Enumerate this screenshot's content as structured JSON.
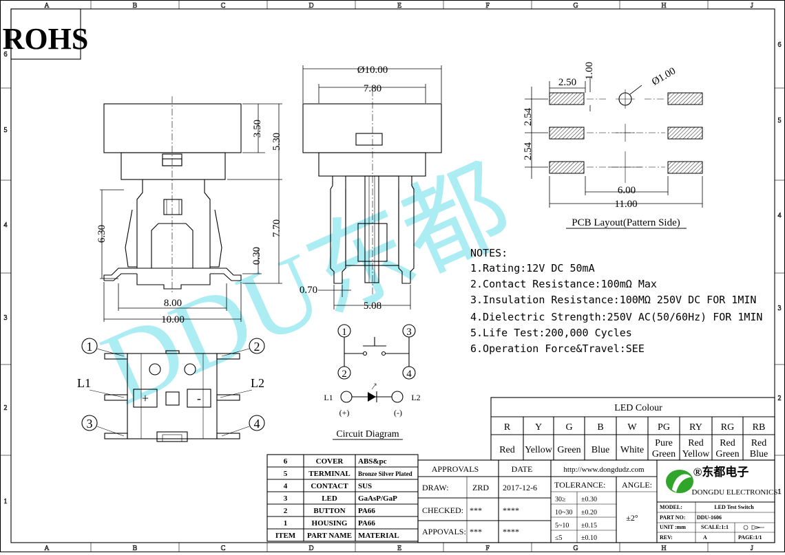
{
  "frame": {
    "cols": [
      "A",
      "B",
      "C",
      "D",
      "E",
      "F",
      "G",
      "H",
      "J"
    ],
    "rows": [
      "6",
      "5",
      "4",
      "3",
      "2",
      "1"
    ]
  },
  "rohs": "ROHS",
  "watermark": "DDU东都",
  "front_view": {
    "dims": {
      "cap_h": "3.50",
      "top_h": "5.30",
      "body_h": "6.30",
      "total_h": "7.70",
      "lead_t": "0.30",
      "pin_span": "8.00",
      "width": "10.00"
    }
  },
  "side_view": {
    "dims": {
      "dia": "Ø10.00",
      "cap_w": "7.80",
      "lead_w": "0.70",
      "pitch": "5.08"
    }
  },
  "pcb_layout": {
    "dims": {
      "pad_w": "2.50",
      "pad_h": "1.00",
      "hole": "Ø1.00",
      "pitch1": "2.54",
      "pitch2": "2.54",
      "inner": "6.00",
      "outer": "11.00"
    },
    "caption": "PCB Layout(Pattern Side)"
  },
  "pin_view": {
    "labels": {
      "p1": "1",
      "p2": "2",
      "p3": "3",
      "p4": "4",
      "l1": "L1",
      "l2": "L2",
      "plus": "+",
      "minus": "-"
    }
  },
  "circuit": {
    "pins": {
      "p1": "1",
      "p2": "2",
      "p3": "3",
      "p4": "4"
    },
    "l1": "L1",
    "l2": "L2",
    "plus": "(+)",
    "minus": "(-)",
    "caption": "Circuit Diagram"
  },
  "notes": {
    "title": "NOTES:",
    "items": [
      "1.Rating:12V DC 50mA",
      "2.Contact Resistance:100mΩ Max",
      "3.Insulation Resistance:100MΩ 250V DC FOR 1MIN",
      "4.Dielectric Strength:250V AC(50/60Hz) FOR 1MIN",
      "5.Life Test:200,000 Cycles",
      "6.Operation Force&Travel:SEE"
    ]
  },
  "led_table": {
    "title": "LED Colour",
    "codes": [
      "R",
      "Y",
      "G",
      "B",
      "W",
      "PG",
      "RY",
      "RG",
      "RB"
    ],
    "names": [
      [
        "Red"
      ],
      [
        "Yellow"
      ],
      [
        "Green"
      ],
      [
        "Blue"
      ],
      [
        "White"
      ],
      [
        "Pure",
        "Green"
      ],
      [
        "Red",
        "Yellow"
      ],
      [
        "Red",
        "Green"
      ],
      [
        "Red",
        "Blue"
      ]
    ]
  },
  "bom": {
    "rows": [
      [
        "6",
        "COVER",
        "ABS&pc"
      ],
      [
        "5",
        "TERMINAL",
        "Bronze Silver Plated"
      ],
      [
        "4",
        "CONTACT",
        "SUS"
      ],
      [
        "3",
        "LED",
        "GaAsP/GaP"
      ],
      [
        "2",
        "BUTTON",
        "PA66"
      ],
      [
        "1",
        "HOUSING",
        "PA66"
      ]
    ],
    "header": [
      "ITEM",
      "PART NAME",
      "MATERIAL"
    ]
  },
  "title_block": {
    "approvals": "APPROVALS",
    "date": "DATE",
    "draw": "DRAW:",
    "draw_by": "ZRD",
    "draw_date": "2017-12-6",
    "checked": "CHECKED:",
    "checked_by": "***",
    "checked_date": "****",
    "appoval": "APPOVALS:",
    "appoval_by": "***",
    "appoval_date": "****",
    "url": "http://www.dongdudz.com",
    "tolerance": "TOLERANCE:",
    "angle": "ANGLE:",
    "tol_rows": [
      [
        "30≥",
        "±0.30"
      ],
      [
        "10~30",
        "±0.20"
      ],
      [
        "5~10",
        "±0.15"
      ],
      [
        "≤5",
        "±0.10"
      ]
    ],
    "angle_val": "±2°",
    "company_cn": "®东都电子",
    "company_en": "DONGDU ELECTRONICS",
    "model_k": "MODEL:",
    "model_v": "LED Test Switch",
    "part_k": "PART NO:",
    "part_v": "DDU-1606",
    "unit_k": "UNIT :mm",
    "scale": "SCALE:1:1",
    "rev_k": "REV:",
    "rev_v": "A",
    "page": "PAGE:1/1"
  },
  "colors": {
    "watermark": "#8fe8f0",
    "line": "#000000",
    "logo": "#2fa52a"
  }
}
